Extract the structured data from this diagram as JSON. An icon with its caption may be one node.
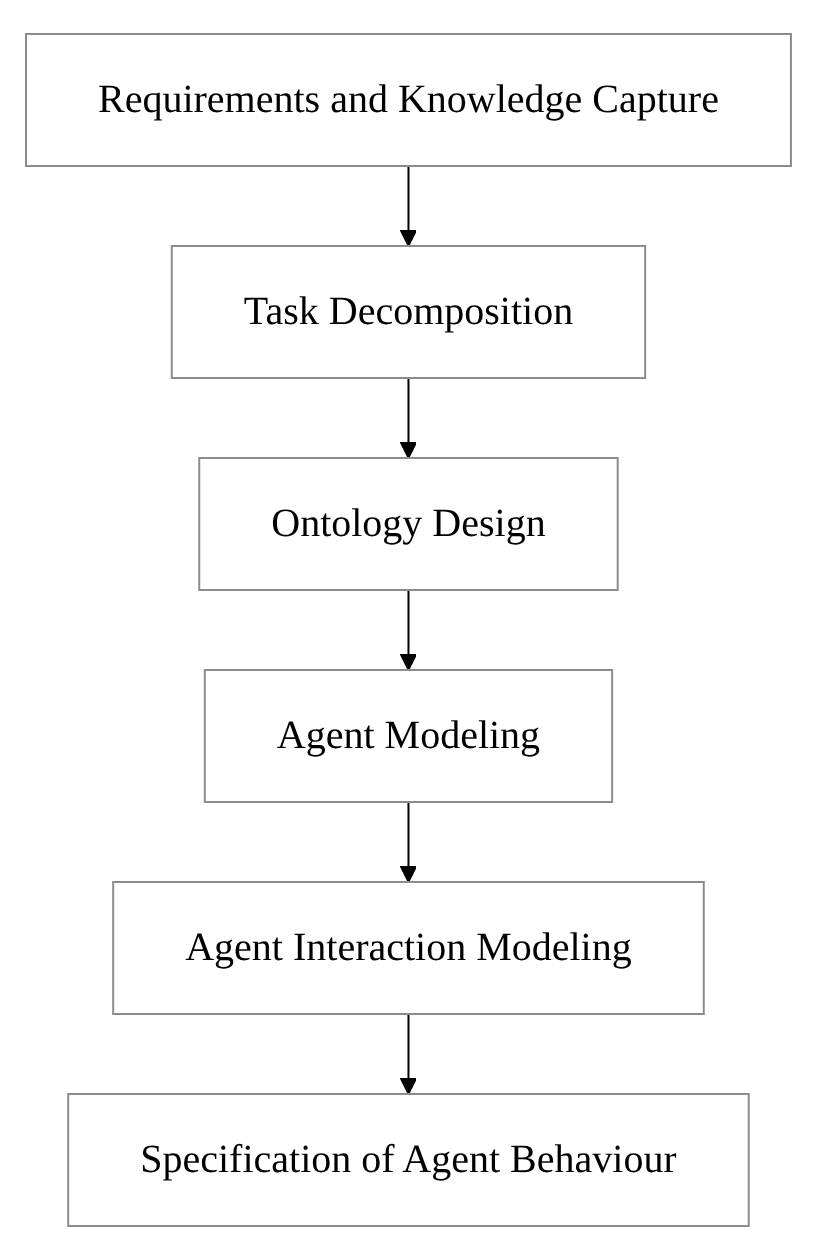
{
  "diagram": {
    "nodes": [
      {
        "text": [
          "Requirements and Knowledge Capture"
        ]
      },
      {
        "text": [
          "Task Decomposition"
        ]
      },
      {
        "text": [
          "Ontology Design"
        ]
      },
      {
        "text": [
          "Agent Modeling"
        ]
      },
      {
        "text": [
          "Agent Interaction Modeling"
        ]
      },
      {
        "text": [
          "Specification of Agent Behaviour"
        ]
      }
    ],
    "edges": [
      {
        "from": 0,
        "to": 1,
        "arrow": "to"
      },
      {
        "from": 1,
        "to": 2,
        "arrow": "to"
      },
      {
        "from": 2,
        "to": 3,
        "arrow": "to"
      },
      {
        "from": 3,
        "to": 4,
        "arrow": "to"
      },
      {
        "from": 4,
        "to": 5,
        "arrow": "to"
      }
    ]
  }
}
